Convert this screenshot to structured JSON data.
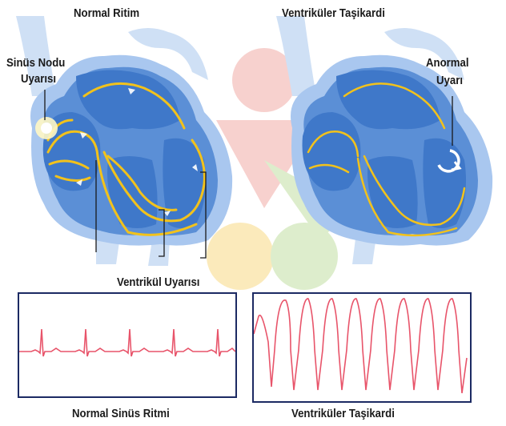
{
  "titles": {
    "left": "Normal Ritim",
    "right": "Ventriküler Taşikardi"
  },
  "labels": {
    "sinus_line1": "Sinüs Nodu",
    "sinus_line2": "Uyarısı",
    "abnormal_line1": "Anormal",
    "abnormal_line2": "Uyarı",
    "ventricle": "Ventrikül Uyarısı"
  },
  "captions": {
    "left": "Normal Sinüs Ritmi",
    "right": "Ventriküler Taşikardi"
  },
  "colors": {
    "heart_fill": "#5b8fd6",
    "heart_light": "#a9c7ef",
    "conduction": "#f2c21b",
    "ecg_trace": "#e8546a",
    "ecg_border": "#1c2a63",
    "watermark_red": "#f6c9c6",
    "watermark_yellow": "#fbe7b0",
    "watermark_green": "#d8ebc4"
  },
  "icons": [
    "circular-arrow-icon"
  ]
}
